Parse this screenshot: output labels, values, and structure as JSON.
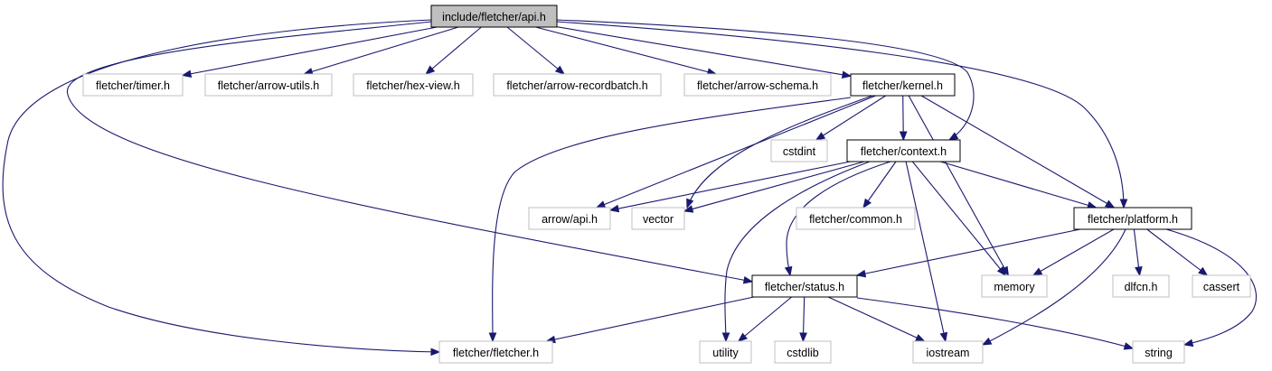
{
  "title": "",
  "colors": {
    "edge": "#191970",
    "focus_fill": "#bfbfbf",
    "documented_border": "#000000",
    "external_border": "#bfbfbf"
  },
  "nodes": [
    {
      "id": "api",
      "label": "include/fletcher/api.h",
      "style": "focus"
    },
    {
      "id": "timer",
      "label": "fletcher/timer.h",
      "style": "external"
    },
    {
      "id": "arrowutils",
      "label": "fletcher/arrow-utils.h",
      "style": "external"
    },
    {
      "id": "hexview",
      "label": "fletcher/hex-view.h",
      "style": "external"
    },
    {
      "id": "recordbatch",
      "label": "fletcher/arrow-recordbatch.h",
      "style": "external"
    },
    {
      "id": "schema",
      "label": "fletcher/arrow-schema.h",
      "style": "external"
    },
    {
      "id": "kernel",
      "label": "fletcher/kernel.h",
      "style": "documented"
    },
    {
      "id": "cstdint",
      "label": "cstdint",
      "style": "external"
    },
    {
      "id": "context",
      "label": "fletcher/context.h",
      "style": "documented"
    },
    {
      "id": "arrowapi",
      "label": "arrow/api.h",
      "style": "external"
    },
    {
      "id": "vector",
      "label": "vector",
      "style": "external"
    },
    {
      "id": "common",
      "label": "fletcher/common.h",
      "style": "external"
    },
    {
      "id": "platform",
      "label": "fletcher/platform.h",
      "style": "documented"
    },
    {
      "id": "status",
      "label": "fletcher/status.h",
      "style": "documented"
    },
    {
      "id": "memory",
      "label": "memory",
      "style": "external"
    },
    {
      "id": "dlfcn",
      "label": "dlfcn.h",
      "style": "external"
    },
    {
      "id": "cassert",
      "label": "cassert",
      "style": "external"
    },
    {
      "id": "fletcherh",
      "label": "fletcher/fletcher.h",
      "style": "external"
    },
    {
      "id": "utility",
      "label": "utility",
      "style": "external"
    },
    {
      "id": "cstdlib",
      "label": "cstdlib",
      "style": "external"
    },
    {
      "id": "iostream",
      "label": "iostream",
      "style": "external"
    },
    {
      "id": "string",
      "label": "string",
      "style": "external"
    }
  ],
  "edges": [
    [
      "api",
      "timer"
    ],
    [
      "api",
      "arrowutils"
    ],
    [
      "api",
      "hexview"
    ],
    [
      "api",
      "recordbatch"
    ],
    [
      "api",
      "schema"
    ],
    [
      "api",
      "kernel"
    ],
    [
      "api",
      "context"
    ],
    [
      "api",
      "platform"
    ],
    [
      "api",
      "status"
    ],
    [
      "api",
      "fletcherh"
    ],
    [
      "kernel",
      "cstdint"
    ],
    [
      "kernel",
      "context"
    ],
    [
      "kernel",
      "arrowapi"
    ],
    [
      "kernel",
      "vector"
    ],
    [
      "kernel",
      "platform"
    ],
    [
      "kernel",
      "memory"
    ],
    [
      "kernel",
      "fletcherh"
    ],
    [
      "context",
      "arrowapi"
    ],
    [
      "context",
      "vector"
    ],
    [
      "context",
      "common"
    ],
    [
      "context",
      "platform"
    ],
    [
      "context",
      "status"
    ],
    [
      "context",
      "memory"
    ],
    [
      "context",
      "utility"
    ],
    [
      "context",
      "iostream"
    ],
    [
      "platform",
      "status"
    ],
    [
      "platform",
      "memory"
    ],
    [
      "platform",
      "dlfcn"
    ],
    [
      "platform",
      "cassert"
    ],
    [
      "platform",
      "iostream"
    ],
    [
      "platform",
      "string"
    ],
    [
      "status",
      "fletcherh"
    ],
    [
      "status",
      "utility"
    ],
    [
      "status",
      "cstdlib"
    ],
    [
      "status",
      "iostream"
    ],
    [
      "status",
      "string"
    ]
  ]
}
